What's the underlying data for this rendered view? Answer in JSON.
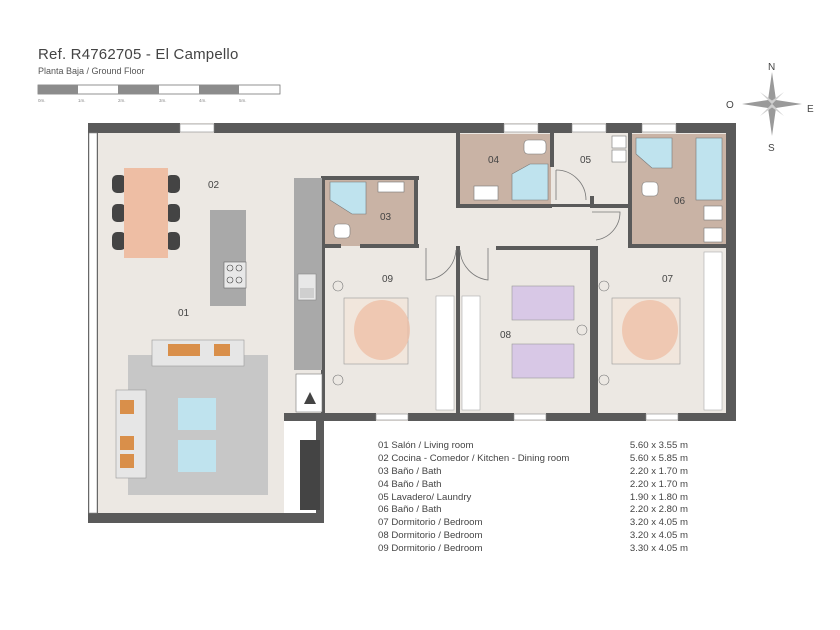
{
  "title": "Ref. R4762705 - El Campello",
  "subtitle": "Planta Baja / Ground Floor",
  "scale_labels": [
    "0m.",
    "1m.",
    "2m.",
    "3m.",
    "4m.",
    "5m."
  ],
  "compass": {
    "n": "N",
    "s": "S",
    "e": "E",
    "o": "O"
  },
  "room_labels": {
    "r01": "01",
    "r02": "02",
    "r03": "03",
    "r04": "04",
    "r05": "05",
    "r06": "06",
    "r07": "07",
    "r08": "08",
    "r09": "09"
  },
  "legend": [
    {
      "name": "01 Salón / Living room",
      "size": "5.60 x 3.55 m"
    },
    {
      "name": "02 Cocina - Comedor / Kitchen - Dining room",
      "size": "5.60 x 5.85 m"
    },
    {
      "name": "03 Baño / Bath",
      "size": "2.20 x 1.70 m"
    },
    {
      "name": "04 Baño / Bath",
      "size": "2.20 x 1.70 m"
    },
    {
      "name": "05 Lavadero/ Laundry",
      "size": "1.90 x 1.80 m"
    },
    {
      "name": "06 Baño / Bath",
      "size": "2.20 x 2.80 m"
    },
    {
      "name": "07 Dormitorio / Bedroom",
      "size": "3.20 x 4.05 m"
    },
    {
      "name": "08 Dormitorio / Bedroom",
      "size": "3.20 x 4.05 m"
    },
    {
      "name": "09 Dormitorio / Bedroom",
      "size": "3.30 x 4.05 m"
    }
  ],
  "colors": {
    "wall": "#5a5a5a",
    "floor": "#ece8e3",
    "tile": "#c9b3a5",
    "accent_blue": "#bfe3ee"
  }
}
